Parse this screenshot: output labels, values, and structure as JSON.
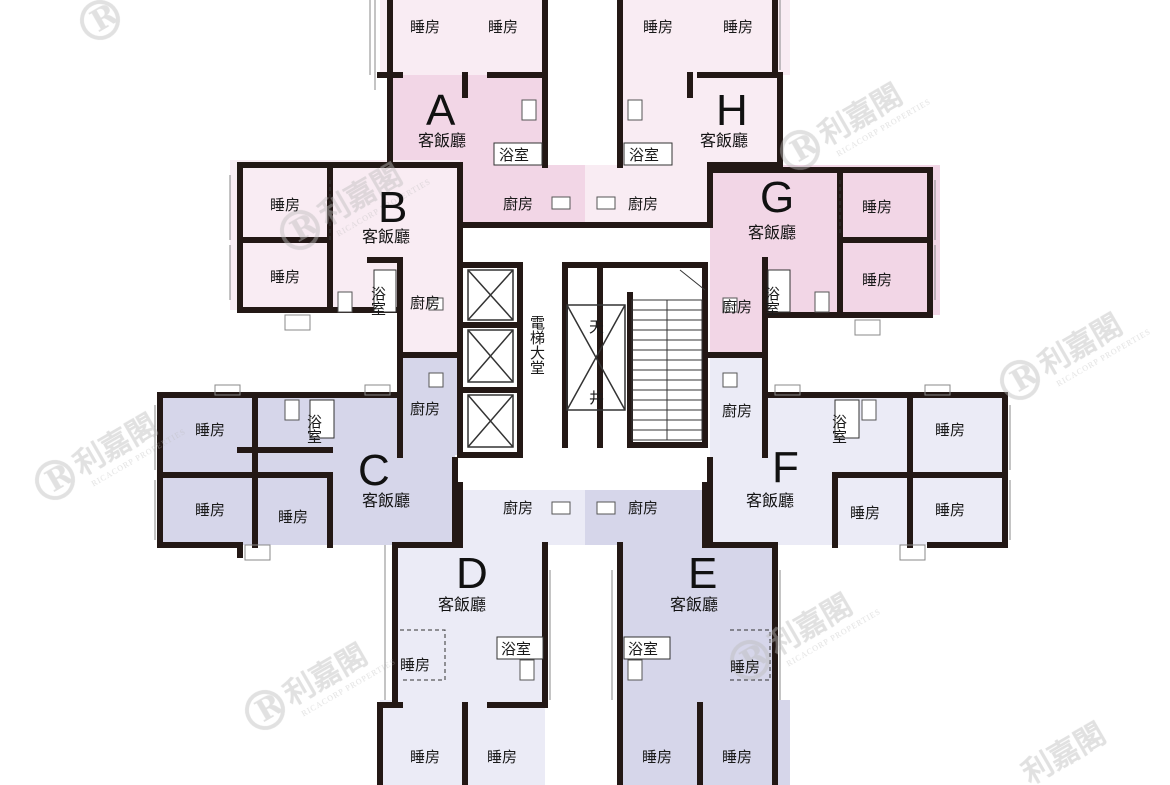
{
  "colors": {
    "pink_dark": "#f2d6e6",
    "pink_light": "#f9ecf3",
    "purple_dark": "#d6d6ea",
    "purple_light": "#ebebf6",
    "wall": "#231815",
    "watermark": "#cfcfcf"
  },
  "labels": {
    "bedroom": "睡房",
    "living": "客飯廳",
    "kitchen": "廚房",
    "bath": "浴室",
    "lobby": "電梯大堂",
    "light_well_1": "天",
    "light_well_2": "井"
  },
  "units": [
    "A",
    "B",
    "C",
    "D",
    "E",
    "F",
    "G",
    "H"
  ],
  "watermark": {
    "brand_cn": "利嘉閣",
    "brand_en": "RICACORP PROPERTIES",
    "logo_letter": "R"
  }
}
